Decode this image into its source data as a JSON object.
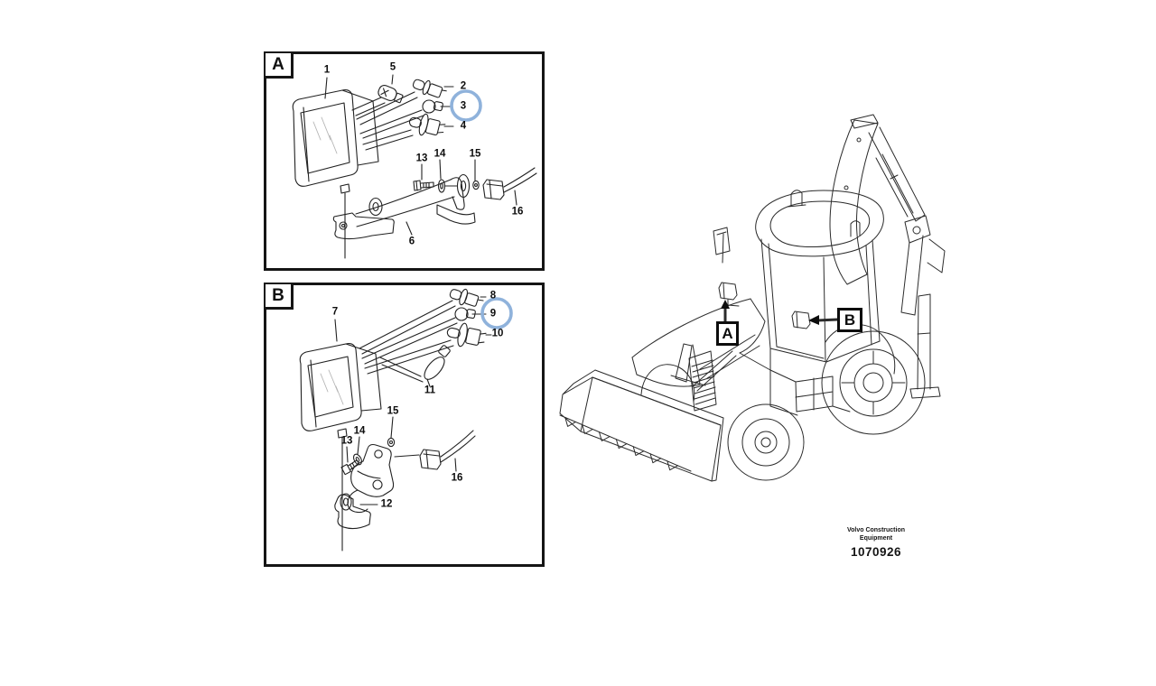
{
  "diagram": {
    "panels": [
      {
        "tag": "A",
        "callouts": [
          "1",
          "5",
          "2",
          "3",
          "4",
          "13",
          "14",
          "15",
          "16",
          "6"
        ]
      },
      {
        "tag": "B",
        "callouts": [
          "7",
          "8",
          "9",
          "10",
          "11",
          "15",
          "14",
          "13",
          "12",
          "16"
        ]
      }
    ],
    "machine_labels": [
      "A",
      "B"
    ],
    "footer": {
      "line1": "Volvo Construction",
      "line2": "Equipment",
      "number": "1070926"
    },
    "highlight_color": "#8FB2DB"
  }
}
